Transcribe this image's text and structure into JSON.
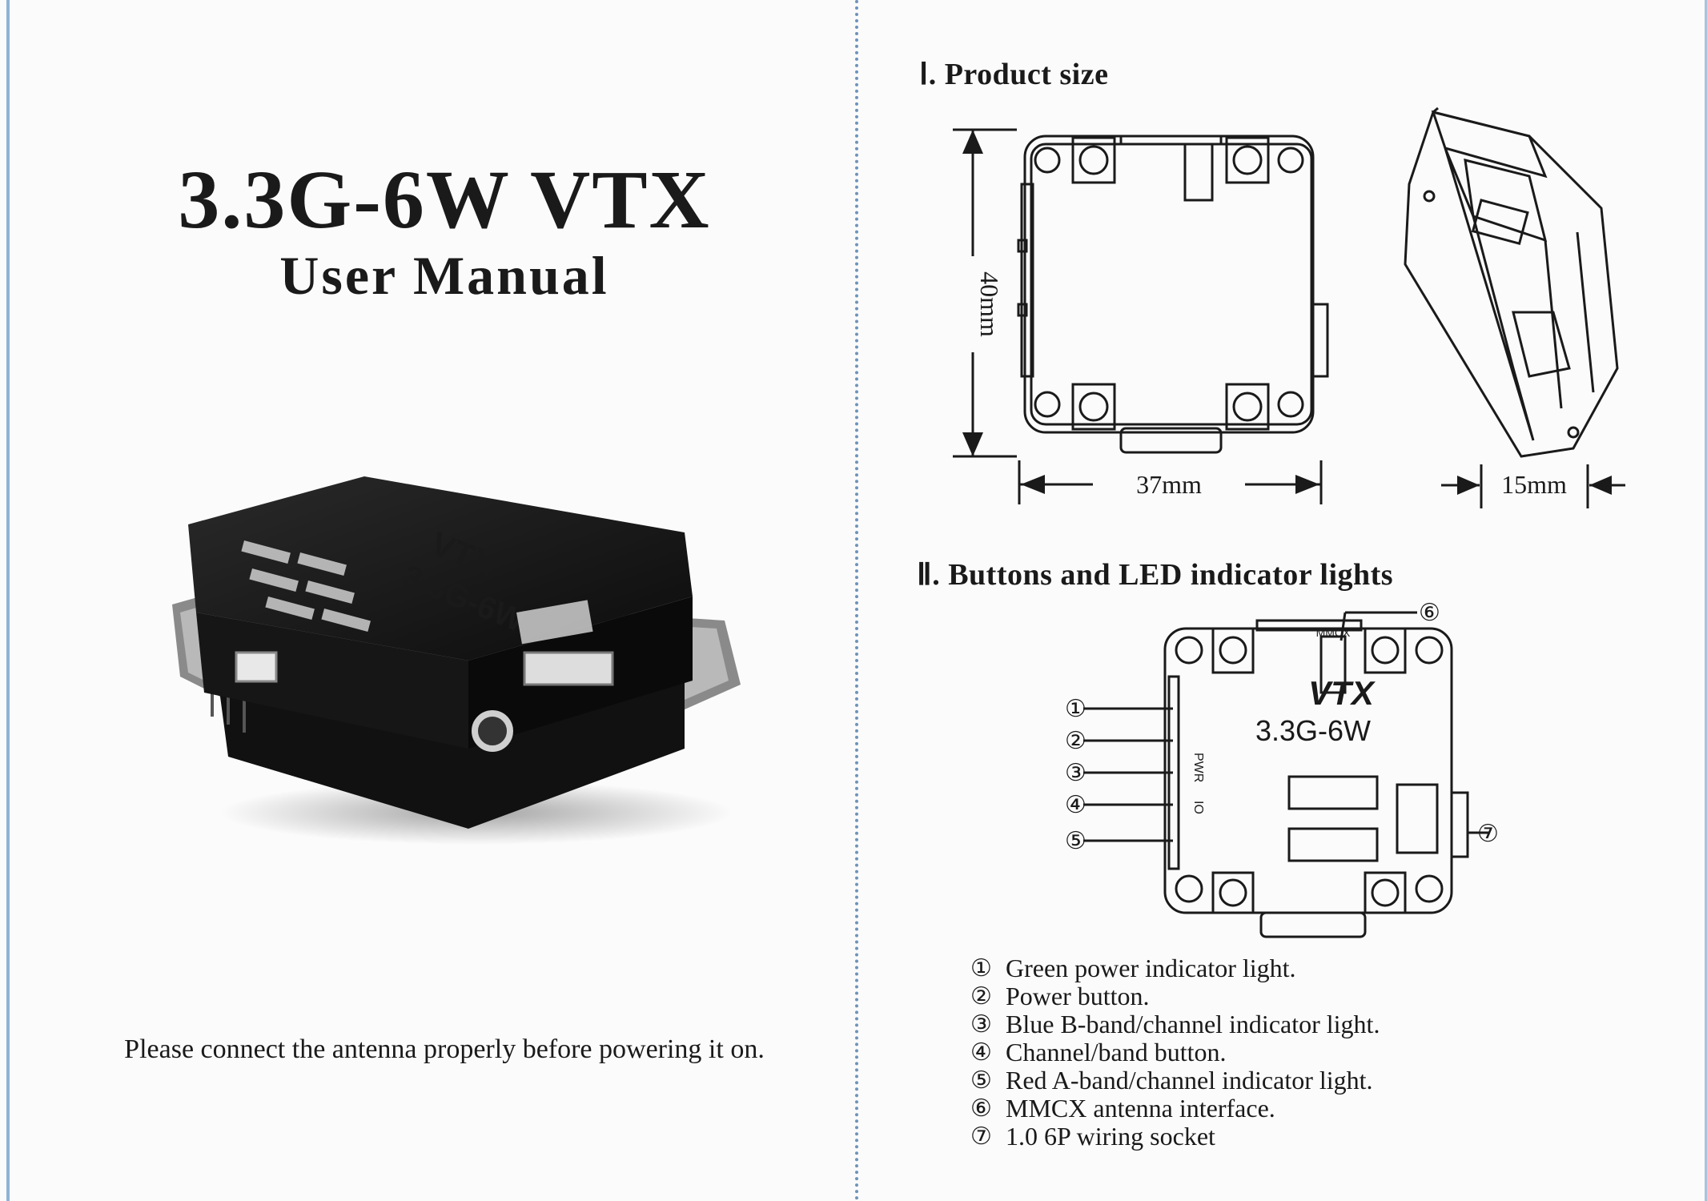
{
  "cover": {
    "title": "3.3G-6W VTX",
    "subtitle": "User Manual",
    "notice": "Please connect the antenna properly before powering it on."
  },
  "photo": {
    "label_vtx": "VTX",
    "label_model": "3.3G-6W"
  },
  "sections": {
    "product_size": "Ⅰ. Product size",
    "buttons": "Ⅱ. Buttons and LED indicator lights"
  },
  "dimensions": {
    "height": "40mm",
    "width": "37mm",
    "depth": "15mm"
  },
  "diagram": {
    "label_vtx": "VTX",
    "label_model": "3.3G-6W",
    "label_mmcx": "MMCX",
    "label_pwr": "PWR",
    "label_io": "IO",
    "callouts": [
      "①",
      "②",
      "③",
      "④",
      "⑤",
      "⑥",
      "⑦"
    ]
  },
  "legend": [
    {
      "num": "①",
      "text": "Green power indicator light."
    },
    {
      "num": "②",
      "text": "Power button."
    },
    {
      "num": "③",
      "text": "Blue B-band/channel indicator light."
    },
    {
      "num": "④",
      "text": "Channel/band button."
    },
    {
      "num": "⑤",
      "text": "Red A-band/channel indicator light."
    },
    {
      "num": "⑥",
      "text": "MMCX antenna interface."
    },
    {
      "num": "⑦",
      "text": "1.0 6P wiring socket"
    }
  ]
}
